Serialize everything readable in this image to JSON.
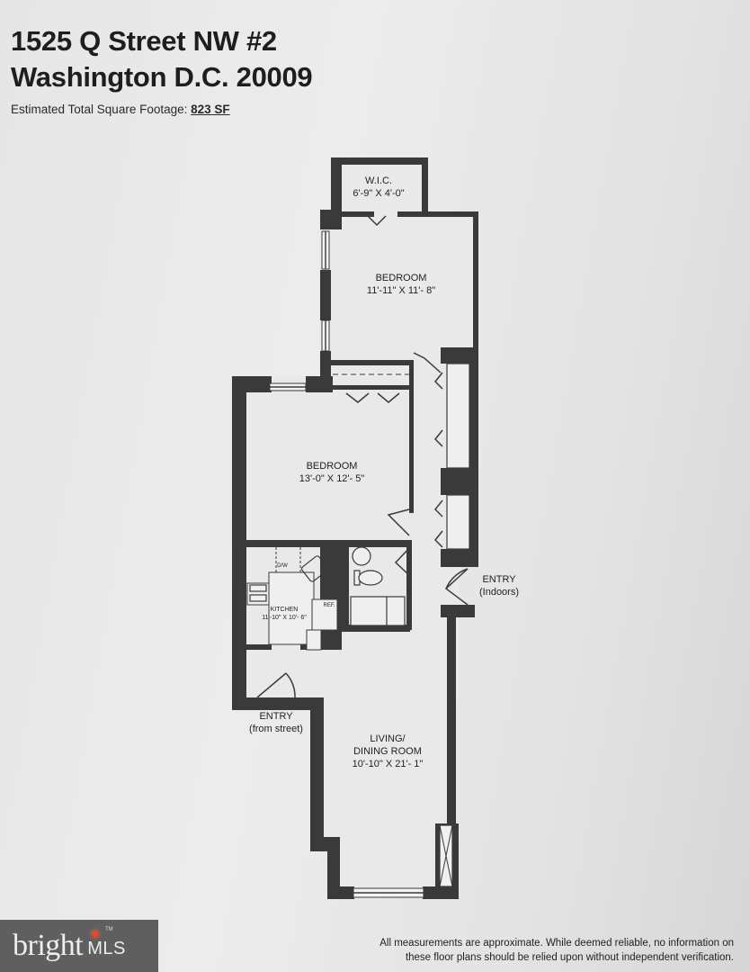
{
  "header": {
    "address_line1": "1525 Q Street NW #2",
    "address_line2": "Washington D.C. 20009",
    "sqft_label": "Estimated Total Square Footage:",
    "sqft_value": "823 SF"
  },
  "rooms": {
    "wic": {
      "name": "W.I.C.",
      "dims": "6'-9\" X 4'-0\""
    },
    "bedroom1": {
      "name": "BEDROOM",
      "dims": "11'-11\" X 11'- 8\""
    },
    "bedroom2": {
      "name": "BEDROOM",
      "dims": "13'-0\" X 12'- 5\""
    },
    "kitchen": {
      "name": "KITCHEN",
      "dims": "11'-10\" X 10'- 6\"",
      "dishwasher": "D/W",
      "refrigerator": "REF."
    },
    "entry_indoors": {
      "name": "ENTRY",
      "note": "(Indoors)"
    },
    "entry_street": {
      "name": "ENTRY",
      "note": "(from street)"
    },
    "living": {
      "name_line1": "LIVING/",
      "name_line2": "DINING ROOM",
      "dims": "10'-10\" X 21'- 1\""
    }
  },
  "footer": {
    "disclaimer_line1": "All measurements are approximate. While deemed reliable, no information on",
    "disclaimer_line2": "these floor plans should be relied upon without independent verification.",
    "logo_text": "bright",
    "logo_suffix": "MLS",
    "logo_tm": "TM"
  },
  "colors": {
    "wall": "#3a3a3a",
    "paper": "#e8e8e8",
    "logo_bg": "#5f5f5f",
    "logo_accent": "#e8472b"
  }
}
